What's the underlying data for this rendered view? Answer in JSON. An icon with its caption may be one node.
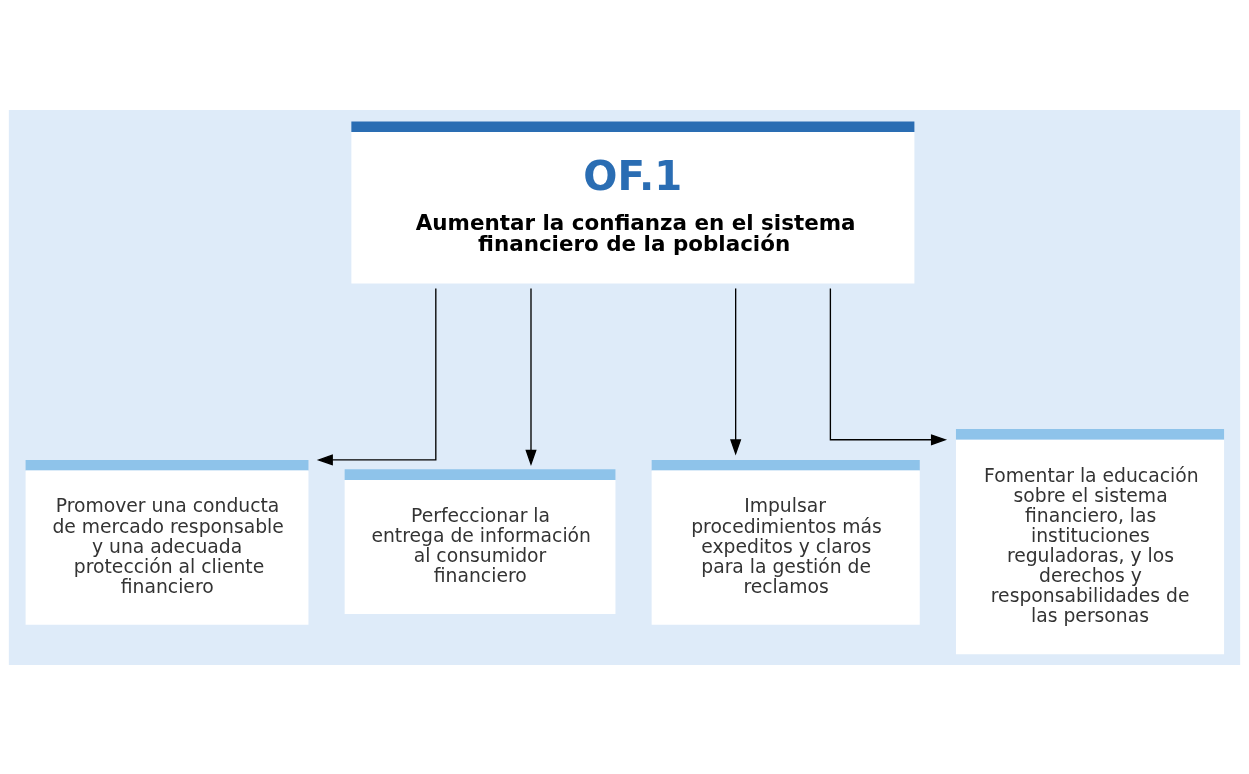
{
  "diagram": {
    "nodes": [
      {
        "text": [
          "OF.1",
          "Aumentar la confianza en el sistema financiero de la población"
        ]
      },
      {
        "text": [
          "Promover una conducta de mercado responsable y una adecuada protección al cliente financiero"
        ]
      },
      {
        "text": [
          "Perfeccionar la entrega de información al consumidor financiero"
        ]
      },
      {
        "text": [
          "Impulsar procedimientos más expeditos y claros para la gestión de reclamos"
        ]
      },
      {
        "text": [
          "Fomentar la educación sobre el sistema financiero, las instituciones reguladoras, y los derechos y responsabilidades de las personas"
        ]
      }
    ],
    "edges": [
      {
        "from": 0,
        "to": 1,
        "arrow": "to"
      },
      {
        "from": 0,
        "to": 2,
        "arrow": "to"
      },
      {
        "from": 0,
        "to": 3,
        "arrow": "to"
      },
      {
        "from": 0,
        "to": 4,
        "arrow": "to"
      }
    ]
  }
}
